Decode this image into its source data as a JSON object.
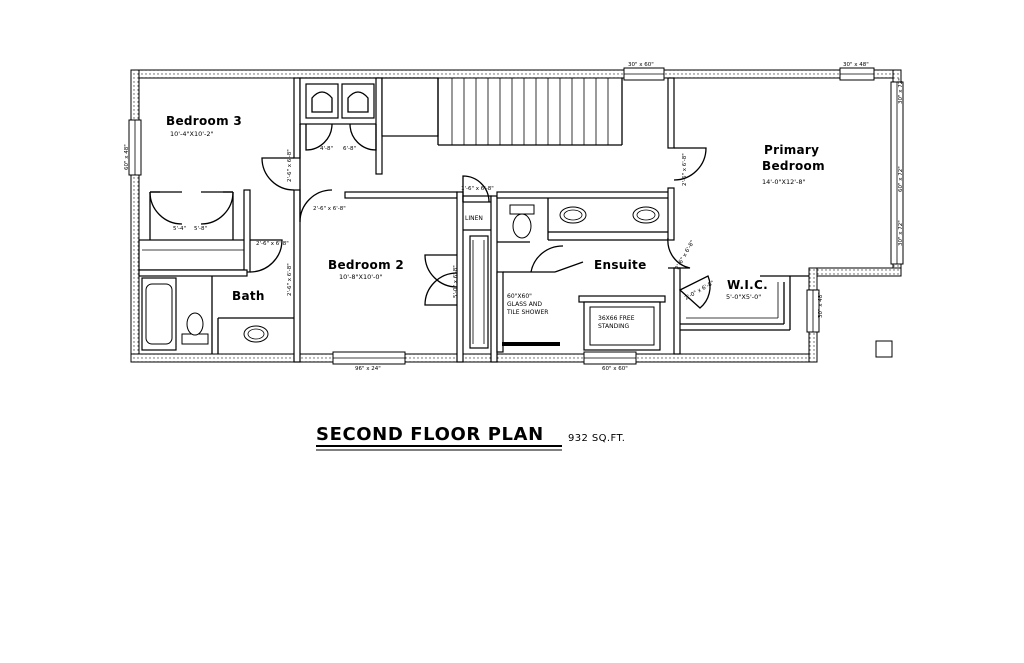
{
  "rooms": {
    "bedroom3": {
      "name": "Bedroom 3",
      "dim": "10'-4\"X10'-2\""
    },
    "bedroom2": {
      "name": "Bedroom 2",
      "dim": "10'-8\"X10'-0\""
    },
    "primary": {
      "name_line1": "Primary",
      "name_line2": "Bedroom",
      "dim": "14'-0\"X12'-8\""
    },
    "bath": {
      "name": "Bath"
    },
    "ensuite": {
      "name": "Ensuite"
    },
    "wic": {
      "name": "W.I.C.",
      "dim": "5'-0\"X5'-0\""
    },
    "linen": {
      "name": "LINEN"
    }
  },
  "notes": {
    "shower_line1": "60\"X60\"",
    "shower_line2": "GLASS AND",
    "shower_line3": "TILE SHOWER",
    "tub_line1": "36X66 FREE",
    "tub_line2": "STANDING"
  },
  "windows": {
    "top_center": "30\" x 60\"",
    "top_right": "30\" x 48\"",
    "left": "60\" x 48\"",
    "bottom_left": "96\" x 24\"",
    "bottom_right": "60\" x 60\"",
    "right_top": "30\" x 72\"",
    "right_mid": "60\" x 72\"",
    "right_bottom": "30\" x 72\"",
    "wic_right": "30\" x 48\""
  },
  "doors": {
    "closet_b3_left": "5'-4\"",
    "closet_b3_right": "5'-8\"",
    "b3_door": "2'-6\" x 6'-8\"",
    "b3_closet_side": "2'-6\" x 6'-8\"",
    "laundry_left": "4'-8\"",
    "laundry_right": "6'-8\"",
    "b2_door": "2'-6\" x 6'-8\"",
    "bath_door": "2'-6\" x 6'-8\"",
    "linen_door": "1'-6\" x 6'-8\"",
    "b2_closet": "5'-0\" x 6'-8\"",
    "primary_door": "2'-6\" x 6'-8\"",
    "ensuite_door": "2'-6\" x 6'-8\"",
    "wic_door": "2'-0\" x 6'-8\""
  },
  "title": "SECOND FLOOR PLAN",
  "area": "932 SQ.FT."
}
